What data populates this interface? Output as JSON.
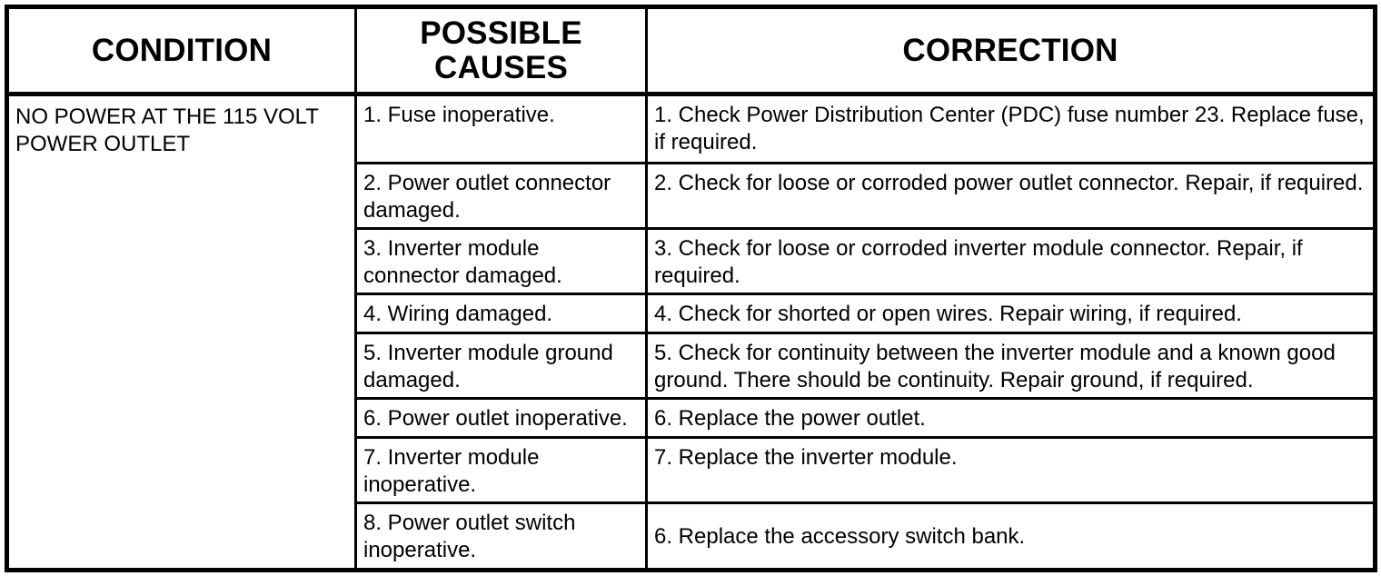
{
  "document": {
    "type": "diagnostic-chart",
    "columns": {
      "condition": "CONDITION",
      "possible_causes": "POSSIBLE CAUSES",
      "possible_causes_line1": "POSSIBLE",
      "possible_causes_line2": "CAUSES",
      "correction": "CORRECTION"
    },
    "condition": "NO POWER AT THE 115 VOLT POWER OUTLET",
    "rows": [
      {
        "cause": "1. Fuse inoperative.",
        "correction": "1. Check Power Distribution Center (PDC) fuse number 23. Replace fuse, if required."
      },
      {
        "cause": "2. Power outlet connector damaged.",
        "correction": "2. Check for loose or corroded power outlet connector. Repair, if required."
      },
      {
        "cause": "3. Inverter module connector damaged.",
        "correction": "3. Check for loose or corroded inverter module connector. Repair, if required."
      },
      {
        "cause": "4. Wiring damaged.",
        "correction": "4. Check for shorted or open wires. Repair wiring, if required."
      },
      {
        "cause": "5. Inverter module ground damaged.",
        "correction": "5. Check for continuity between the inverter module and a known good ground. There should be continuity. Repair ground, if required."
      },
      {
        "cause": "6. Power outlet inoperative.",
        "correction": "6. Replace the power outlet."
      },
      {
        "cause": "7. Inverter module inoperative.",
        "correction": "7. Replace the inverter module."
      },
      {
        "cause": "8. Power outlet switch inoperative.",
        "correction": "6. Replace the accessory switch bank."
      }
    ],
    "colors": {
      "text": "#000000",
      "background": "#ffffff",
      "border": "#000000"
    }
  }
}
